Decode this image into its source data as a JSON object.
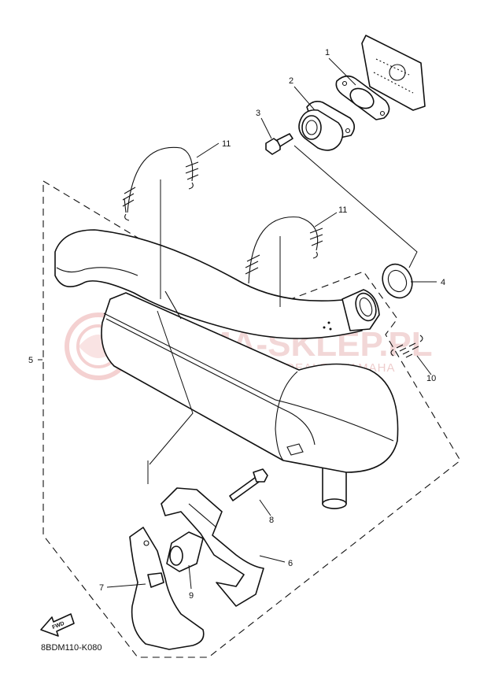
{
  "callouts": [
    {
      "id": "1",
      "label": "1"
    },
    {
      "id": "2",
      "label": "2"
    },
    {
      "id": "3",
      "label": "3"
    },
    {
      "id": "4",
      "label": "4"
    },
    {
      "id": "5",
      "label": "5"
    },
    {
      "id": "6",
      "label": "6"
    },
    {
      "id": "7",
      "label": "7"
    },
    {
      "id": "8",
      "label": "8"
    },
    {
      "id": "9",
      "label": "9"
    },
    {
      "id": "10",
      "label": "10"
    },
    {
      "id": "11a",
      "label": "11"
    },
    {
      "id": "11b",
      "label": "11"
    }
  ],
  "diagram_code": "8BDM110-K080",
  "fwd_label": "FWD",
  "watermark": {
    "title": "YAMA-SKLEP.PL",
    "subtitle": "WOJCIECHOWICZ - DEALER YAMAHA"
  }
}
